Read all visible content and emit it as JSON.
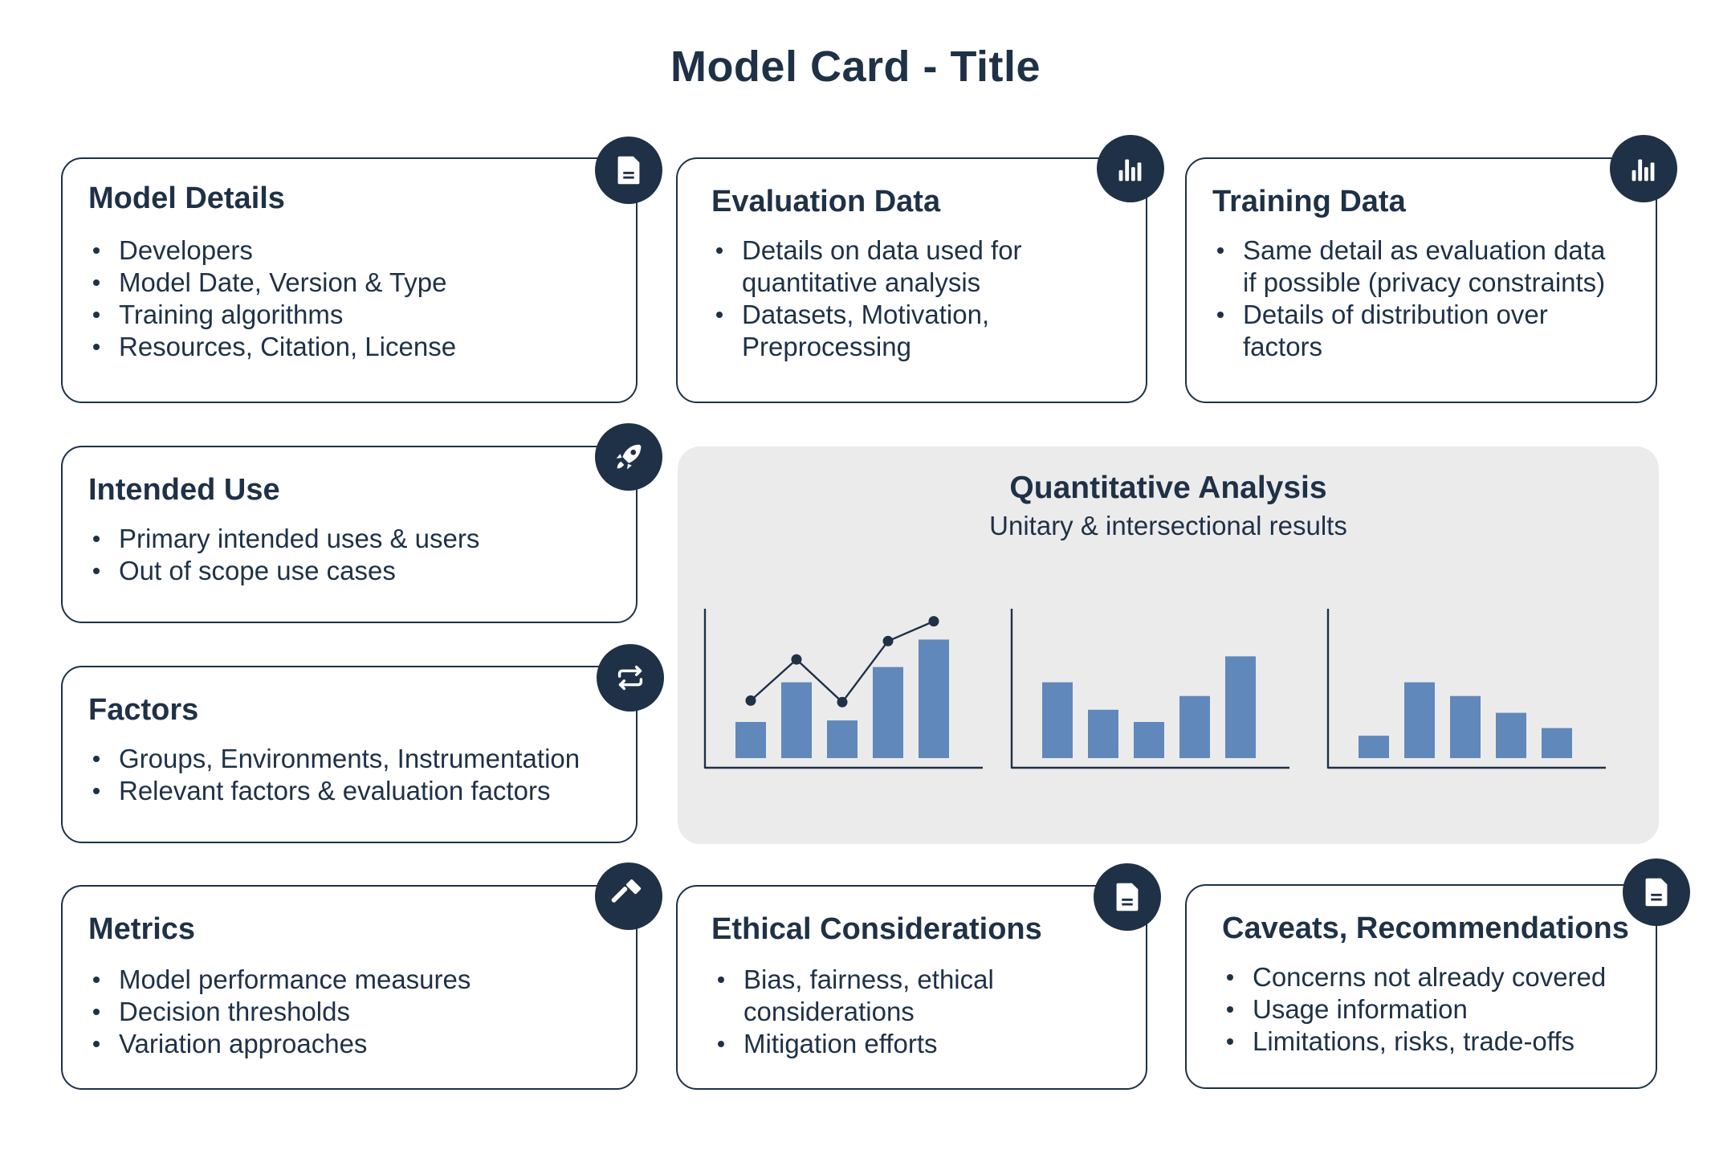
{
  "title": "Model Card - Title",
  "cards": {
    "model_details": {
      "heading": "Model Details",
      "items": [
        "Developers",
        "Model Date, Version & Type",
        "Training algorithms",
        "Resources, Citation, License"
      ],
      "icon": "document-icon"
    },
    "evaluation_data": {
      "heading": "Evaluation Data",
      "items": [
        "Details on data used for",
        "quantitative analysis",
        "Datasets, Motivation,",
        "Preprocessing"
      ],
      "icon": "bar-chart-icon"
    },
    "training_data": {
      "heading": "Training Data",
      "items": [
        "Same detail as evaluation data",
        "if possible (privacy constraints)",
        "Details of distribution over",
        "factors"
      ],
      "icon": "bar-chart-icon"
    },
    "intended_use": {
      "heading": "Intended Use",
      "items": [
        "Primary intended uses & users",
        "Out of scope use cases"
      ],
      "icon": "rocket-icon"
    },
    "factors": {
      "heading": "Factors",
      "items": [
        "Groups, Environments, Instrumentation",
        "Relevant factors & evaluation factors"
      ],
      "icon": "swap-arrows-icon"
    },
    "metrics": {
      "heading": "Metrics",
      "items": [
        "Model performance measures",
        "Decision thresholds",
        "Variation approaches"
      ],
      "icon": "hammer-icon"
    },
    "ethical": {
      "heading": "Ethical Considerations",
      "items": [
        "Bias, fairness, ethical",
        "considerations",
        "Mitigation efforts"
      ],
      "icon": "document-icon"
    },
    "caveats": {
      "heading": "Caveats, Recommendations",
      "items": [
        "Concerns not already covered",
        "Usage information",
        "Limitations, risks, trade-offs"
      ],
      "icon": "document-icon"
    }
  },
  "quantitative": {
    "heading": "Quantitative Analysis",
    "subheading": "Unitary & intersectional results"
  },
  "chart_data": [
    {
      "type": "bar",
      "values": [
        3,
        5.6,
        3.1,
        6.6,
        8.4
      ],
      "line": [
        4.4,
        7.1,
        4.3,
        8.3,
        9.6
      ],
      "ylim": [
        0,
        10
      ]
    },
    {
      "type": "bar",
      "values": [
        5.6,
        3.8,
        3,
        4.7,
        7.3
      ],
      "ylim": [
        0,
        10
      ]
    },
    {
      "type": "bar",
      "values": [
        2.1,
        5.6,
        4.7,
        3.6,
        2.6
      ],
      "ylim": [
        0,
        10
      ]
    }
  ],
  "colors": {
    "navy": "#1f3147",
    "bar": "#6088bb",
    "panel": "#ecebec"
  }
}
